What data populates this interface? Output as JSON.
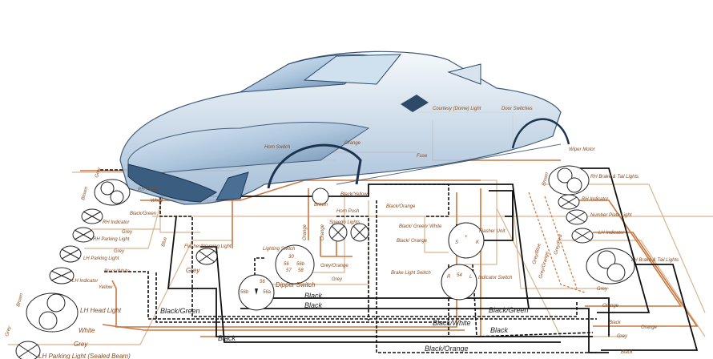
{
  "front_left": {
    "white_top": "White",
    "black_green": "Black/Green",
    "rh_indicator": "RH Indicator",
    "grey_1": "Grey",
    "rh_parking_light": "RH Parking Light",
    "grey_2": "Grey",
    "lh_parking_light": "LH Parking Light",
    "black_white": "Black/White",
    "lh_indicator": "LH Indicator",
    "yellow": "Yellow",
    "lh_head_light": "LH Head Light",
    "white": "White",
    "grey_3": "Grey",
    "lh_parking_sealed": "LH Parking Light (Sealed Beam)",
    "brown": "Brown",
    "grey_side": "Grey",
    "blue": "Blue",
    "rh_head": "RH Head",
    "grey_top": "Grey",
    "brown_top": "Brown"
  },
  "center": {
    "flasher_warning_light": "Flasher/Warning Light",
    "grey": "Grey",
    "black_green": "Black/Green",
    "black": "Black",
    "lighting_switch": "Lighting Switch",
    "speedo_lights": "Speedo Lights",
    "grey_orange": "Grey/Orange",
    "orange_1": "Orange",
    "orange_2": "Orange",
    "dipper_switch": "Dipper Switch",
    "black_a": "Black",
    "black_b": "Black",
    "grey_b": "Grey",
    "black_white": "Black/White",
    "black_orange": "Black/Orange",
    "black_orange_small": "Black/Orange",
    "black_yellow": "Black/Yellow",
    "horn_push": "Horn Push",
    "brown": "Brown",
    "horn_switch": "Horn Switch",
    "orange_top": "Orange",
    "terminals_lighting": [
      "30",
      "56",
      "56b",
      "57",
      "58"
    ],
    "terminals_dipper": [
      "56",
      "56b",
      "56a"
    ]
  },
  "right_center": {
    "black_green_white": "Black/ Green/ White",
    "black_orange": "Black/ Orange",
    "brake_light_switch": "Brake Light Switch",
    "flasher_unit": "Flasher Unit",
    "indicator_switch": "Indicator Switch",
    "black_green": "Black/Green",
    "black": "Black",
    "terminals_flasher": [
      "S",
      "+",
      "K"
    ],
    "terminals_indicator": [
      "R",
      "54",
      "L"
    ],
    "courtesy_light": "Courtesy (Dome) Light",
    "door_switches": "Door Switches",
    "wiper_motor": "Wiper Motor",
    "fuse": "Fuse"
  },
  "rear": {
    "rh_brake_tail": "RH Brake & Tail Lights",
    "rh_indicator": "RH Indicator",
    "number_plate": "Number Plate Light",
    "lh_indicator": "LH Indicator",
    "lh_brake_tail": "LH Brake & Tail Lights",
    "grey_blue": "Grey/Blue",
    "grey_orange": "Grey/Orange",
    "grey_red": "Grey/Red",
    "grey": "Grey",
    "orange_1": "Orange",
    "black_1": "Black",
    "orange_2": "Orange",
    "grey_2": "Grey",
    "black_2": "Black",
    "brown": "Brown"
  },
  "colors": {
    "orange_wire": "#c9783f",
    "tan_wire": "#d9b590",
    "black_wire": "#111111",
    "car_blue": "#6f93b8"
  }
}
